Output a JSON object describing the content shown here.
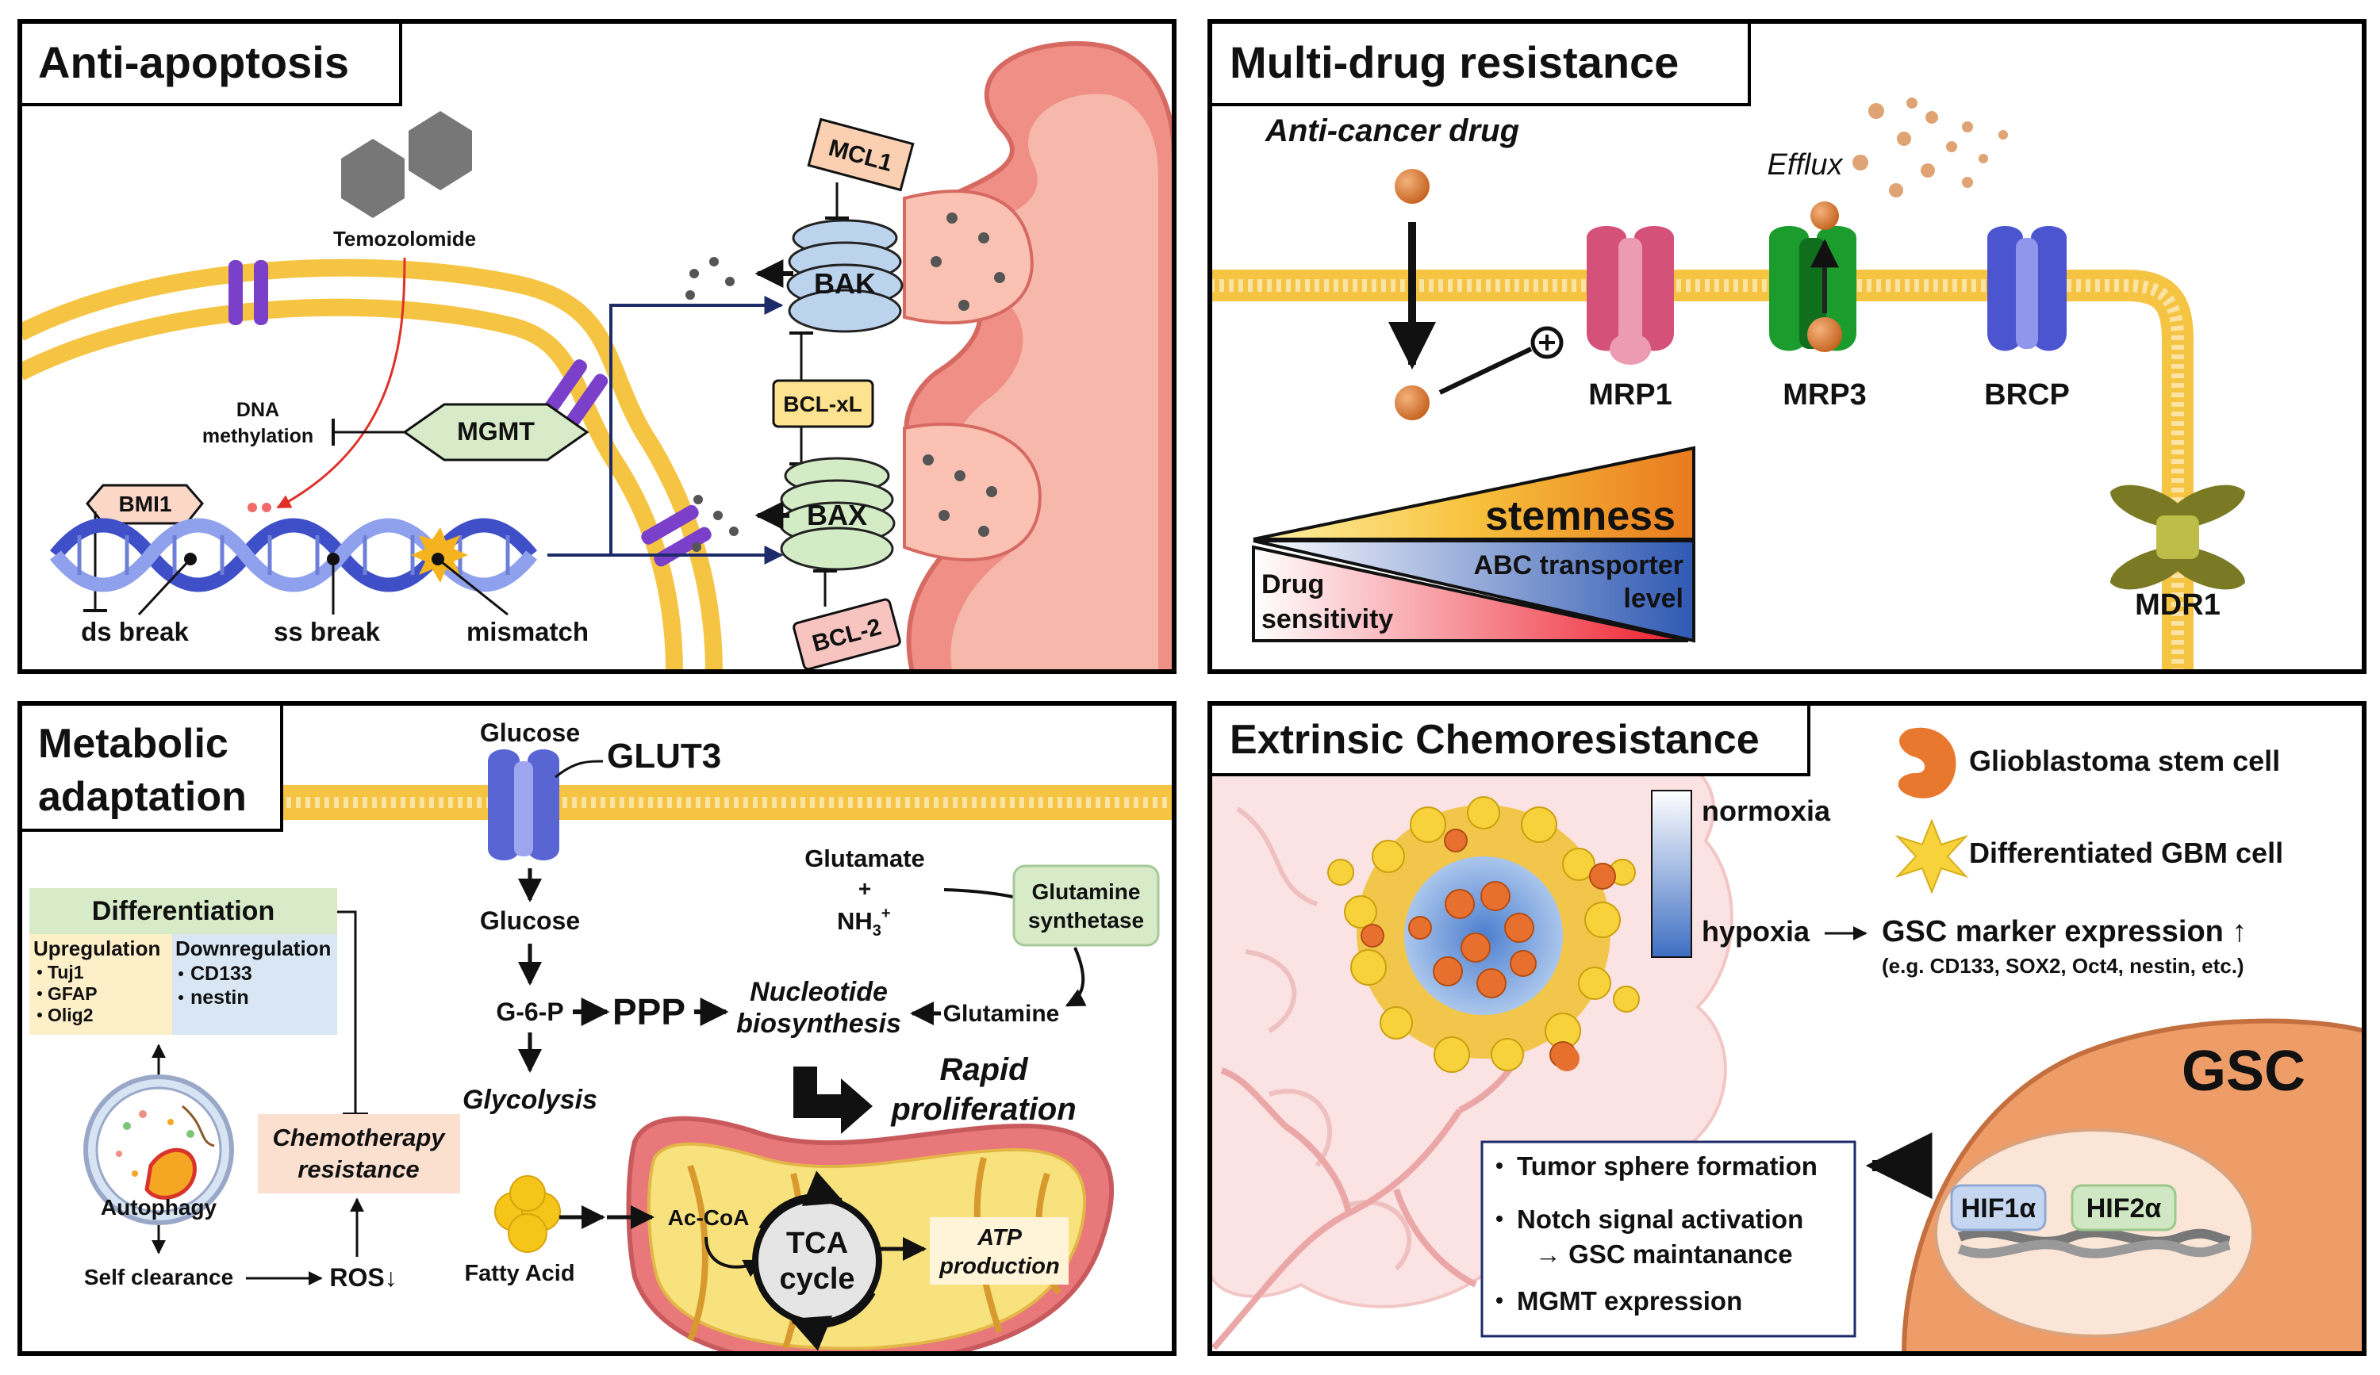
{
  "colors": {
    "membrane": "#f6c443",
    "mito_pink": "#f08f86",
    "mito_light": "#fbd3c6",
    "dna_blue": "#3f4fc8",
    "accent_orange": "#e8823a",
    "panel_border": "#000000"
  },
  "panels": {
    "anti_apoptosis": {
      "title": "Anti-apoptosis",
      "temozolomide": "Temozolomide",
      "dna_methylation_1": "DNA",
      "dna_methylation_2": "methylation",
      "mgmt": "MGMT",
      "bmi1": "BMI1",
      "ds_break": "ds break",
      "ss_break": "ss break",
      "mismatch": "mismatch",
      "mcl1": "MCL1",
      "bak": "BAK",
      "bclxl": "BCL-xL",
      "bax": "BAX",
      "bcl2": "BCL-2"
    },
    "multidrug": {
      "title": "Multi-drug resistance",
      "anticancer_drug": "Anti-cancer drug",
      "efflux": "Efflux",
      "mrp1": "MRP1",
      "mrp3": "MRP3",
      "brcp": "BRCP",
      "mdr1": "MDR1",
      "stemness": "stemness",
      "abc_1": "ABC transporter",
      "abc_2": "level",
      "drug_1": "Drug",
      "drug_2": "sensitivity"
    },
    "metabolic": {
      "title_1": "Metabolic",
      "title_2": "adaptation",
      "glucose_top": "Glucose",
      "glut3": "GLUT3",
      "glucose": "Glucose",
      "g6p": "G-6-P",
      "ppp": "PPP",
      "nucleotide_1": "Nucleotide",
      "nucleotide_2": "biosynthesis",
      "glycolysis": "Glycolysis",
      "glutamate": "Glutamate",
      "plus": "+",
      "nh3": "NH",
      "nh3_sub": "3",
      "nh3_sup": "+",
      "glutamine_synth_1": "Glutamine",
      "glutamine_synth_2": "synthetase",
      "glutamine": "Glutamine",
      "rapid_1": "Rapid",
      "rapid_2": "proliferation",
      "differentiation": "Differentiation",
      "upregulation": "Upregulation",
      "downregulation": "Downregulation",
      "up_items": [
        "Tuj1",
        "GFAP",
        "Olig2"
      ],
      "down_items": [
        "CD133",
        "nestin"
      ],
      "autophagy": "Autophagy",
      "chemo_1": "Chemotherapy",
      "chemo_2": "resistance",
      "self_clearance": "Self clearance",
      "ros": "ROS↓",
      "fatty_acid": "Fatty Acid",
      "acetyl_coa": "Ac-CoA",
      "tca_1": "TCA",
      "tca_2": "cycle",
      "atp_1": "ATP",
      "atp_2": "production"
    },
    "extrinsic": {
      "title": "Extrinsic Chemoresistance",
      "legend_gsc": "Glioblastoma stem cell",
      "legend_diff": "Differentiated GBM cell",
      "normoxia": "normoxia",
      "hypoxia": "hypoxia",
      "gsc_marker": "GSC marker expression ↑",
      "gsc_marker_eg": "(e.g. CD133, SOX2, Oct4, nestin, etc.)",
      "gsc": "GSC",
      "hif1a": "HIF1α",
      "hif2a": "HIF2α",
      "bullets": [
        "Tumor sphere formation",
        "Notch signal activation",
        "MGMT expression"
      ],
      "notch_sub": "→ GSC maintanance"
    }
  }
}
